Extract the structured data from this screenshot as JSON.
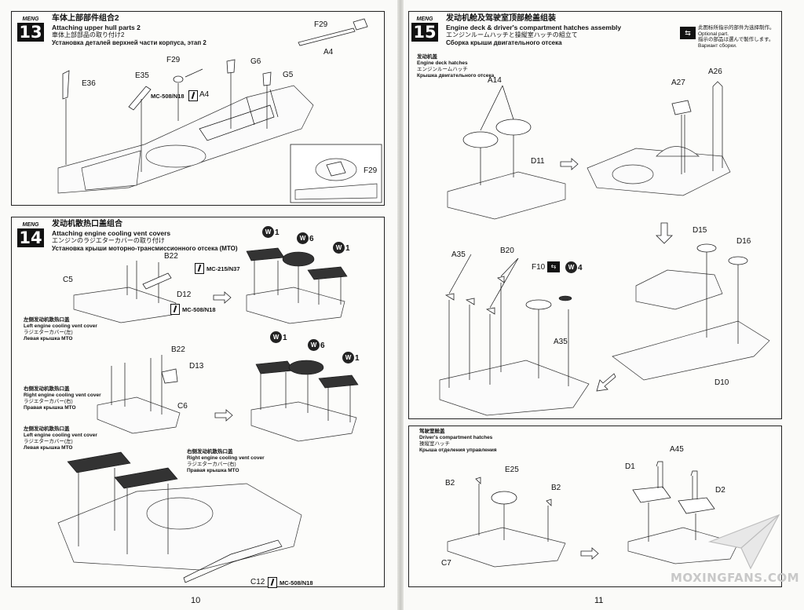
{
  "pages": {
    "left_number": "10",
    "right_number": "11"
  },
  "brand": "MENG",
  "step13": {
    "number": "13",
    "title_cn": "车体上部部件组合2",
    "title_en": "Attaching upper hull parts 2",
    "title_jp": "車体上部部品の取り付け2",
    "title_ru": "Установка деталей верхней части корпуса, этап 2",
    "parts": [
      "F29",
      "A4",
      "E36",
      "E35",
      "F29",
      "G6",
      "G5",
      "A4",
      "F29"
    ],
    "mc": "MC-508/N18"
  },
  "step14": {
    "number": "14",
    "title_cn": "发动机散热口盖组合",
    "title_en": "Attaching engine cooling vent covers",
    "title_jp": "エンジンのラジエターカバーの取り付け",
    "title_ru": "Установка крыши моторно-трансмиссионного отсека (МТО)",
    "parts": [
      "B22",
      "C5",
      "D12",
      "B22",
      "D13",
      "C6",
      "C12"
    ],
    "mc": [
      "MC-215/N37",
      "MC-508/N18",
      "MC-508/N18"
    ],
    "w_labels": [
      "1",
      "6",
      "1",
      "1",
      "6",
      "1"
    ],
    "w_letter": "W",
    "captions": {
      "left_cover": [
        "左侧发动机散热口盖",
        "Left engine cooling vent cover",
        "ラジエターカバー(左)",
        "Левая крышка МТО"
      ],
      "right_cover": [
        "右侧发动机散热口盖",
        "Right engine cooling vent cover",
        "ラジエターカバー(右)",
        "Правая крышка МТО"
      ],
      "left_cover_2": [
        "左侧发动机散热口盖",
        "Left engine cooling vent cover",
        "ラジエターカバー(左)",
        "Левая крышка МТО"
      ],
      "right_cover_2": [
        "右侧发动机散热口盖",
        "Right engine cooling vent cover",
        "ラジエターカバー(右)",
        "Правая крышка МТО"
      ]
    }
  },
  "step15": {
    "number": "15",
    "title_cn": "发动机舱及驾驶室顶部舱盖组装",
    "title_en": "Engine deck & driver's compartment hatches assembly",
    "title_jp": "エンジンルームハッチと操縦室ハッチの組立て",
    "title_ru": "Сборка крыши двигательного отсека",
    "optional": [
      "此图标所指示的部件为选择制作。",
      "Optional part.",
      "指示の部品は選んで製作します。",
      "Вариант сборки."
    ],
    "engine_deck": [
      "发动机盖",
      "Engine deck hatches",
      "エンジンルームハッチ",
      "Крышка двигательного отсека"
    ],
    "drivers": [
      "驾驶室舱盖",
      "Driver's compartment hatches",
      "操縦室ハッチ",
      "Крыша отделения управления"
    ],
    "parts_top": [
      "A14",
      "D11",
      "A27",
      "A26"
    ],
    "parts_mid": [
      "A35",
      "B20",
      "F10",
      "A35",
      "D15",
      "D16",
      "D10"
    ],
    "w_mid": "4",
    "parts_bottom": [
      "B2",
      "E25",
      "B2",
      "C7",
      "A45",
      "D1",
      "D2"
    ]
  },
  "watermark": "MOXINGFANS.COM"
}
